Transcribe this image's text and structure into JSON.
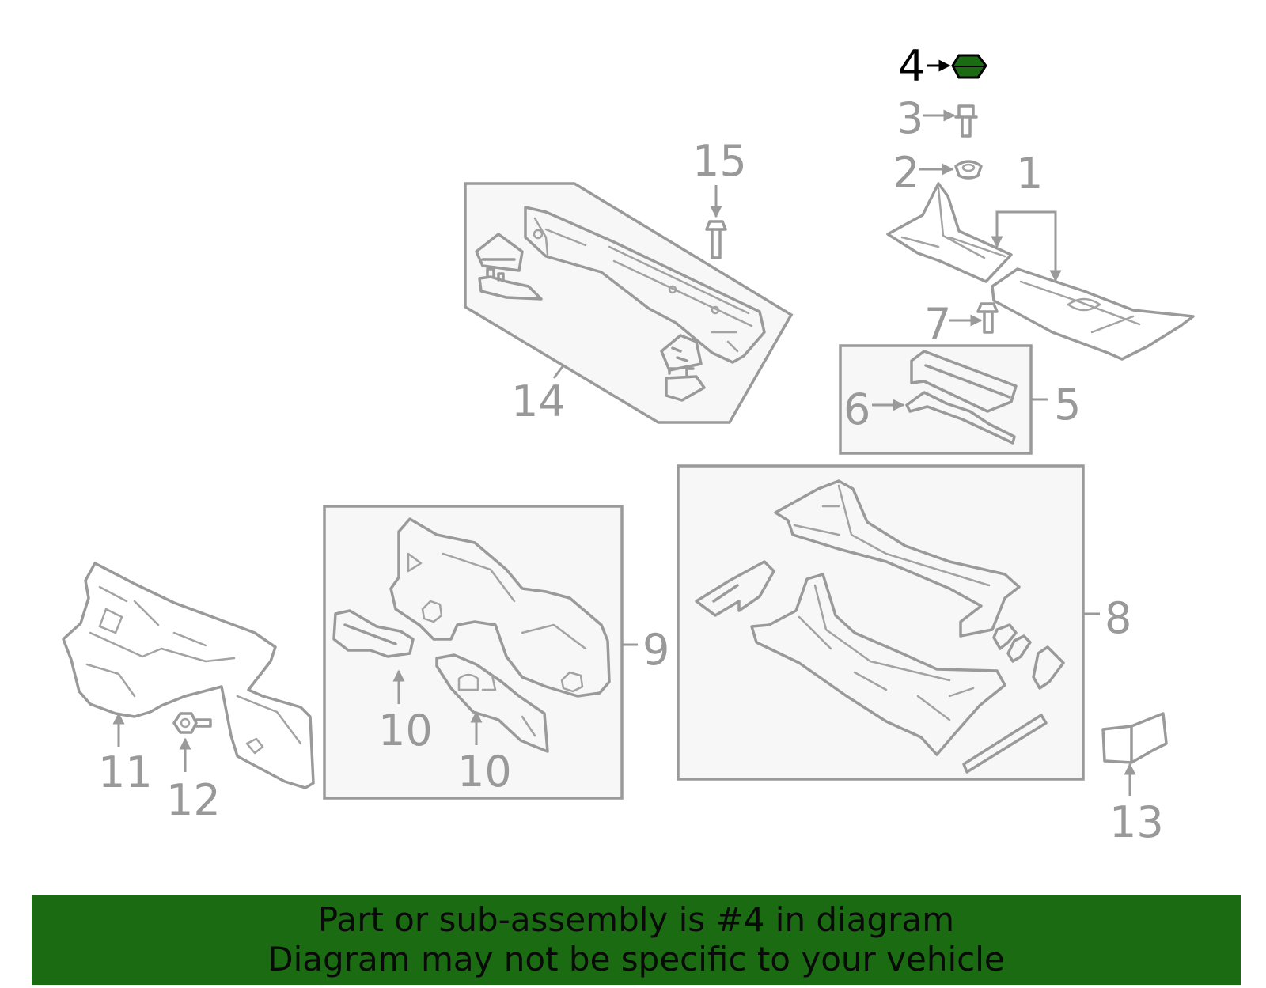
{
  "diagram": {
    "highlighted_part": "4",
    "highlight_color": "#1b6b13",
    "callouts": [
      "1",
      "2",
      "3",
      "4",
      "5",
      "6",
      "7",
      "8",
      "9",
      "10",
      "10",
      "11",
      "12",
      "13",
      "14",
      "15"
    ]
  },
  "banner": {
    "line1": "Part or sub-assembly is #4 in diagram",
    "line2": "Diagram may not be specific to your vehicle",
    "background": "#1b6b13"
  }
}
